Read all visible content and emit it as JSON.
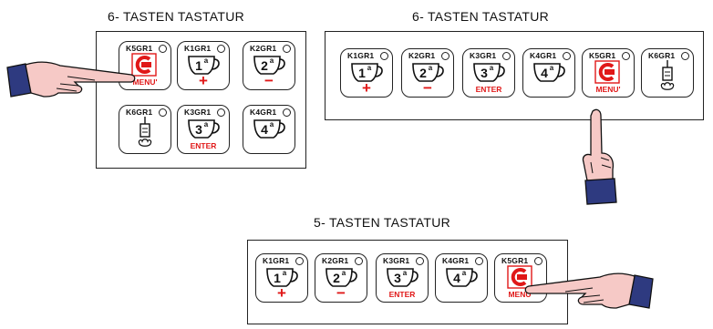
{
  "titles": {
    "six_left": "6- TASTEN TASTATUR",
    "six_right": "6- TASTEN TASTATUR",
    "five": "5- TASTEN TASTATUR"
  },
  "keys": {
    "k1": "K1GR1",
    "k2": "K2GR1",
    "k3": "K3GR1",
    "k4": "K4GR1",
    "k5": "K5GR1",
    "k6": "K6GR1"
  },
  "doses": {
    "d1": "1",
    "d2": "2",
    "d3": "3",
    "d4": "4",
    "ordinal": "a"
  },
  "captions": {
    "menu": "MENU'",
    "enter": "ENTER",
    "plus": "+",
    "minus": "−"
  },
  "icons": {
    "cup": "coffee-cup-icon",
    "menu": "menu-power-icon",
    "steam": "steam-valve-icon",
    "hand": "pointing-hand-icon"
  },
  "colors": {
    "accent": "#e01818",
    "line": "#222222",
    "cuff": "#2e3a80",
    "skin": "#f6c9c6"
  }
}
